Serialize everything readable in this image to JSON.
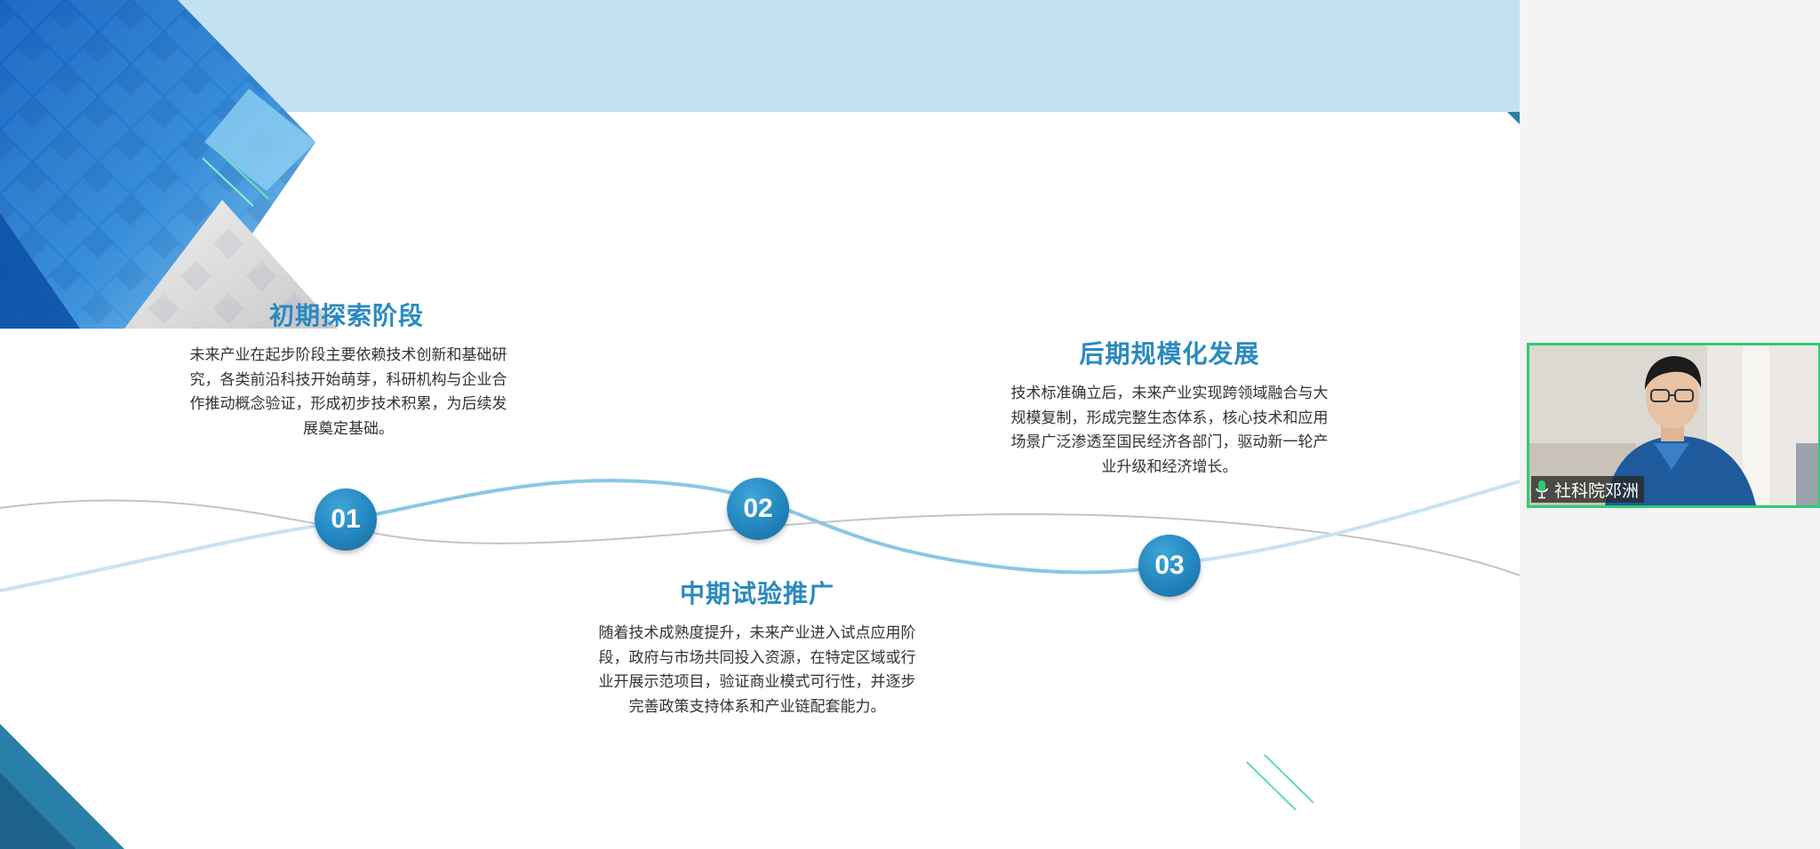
{
  "stages": [
    {
      "number": "01",
      "title": "初期探索阶段",
      "text": "未来产业在起步阶段主要依赖技术创新和基础研究，各类前沿科技开始萌芽，科研机构与企业合作推动概念验证，形成初步技术积累，为后续发展奠定基础。"
    },
    {
      "number": "02",
      "title": "中期试验推广",
      "text": "随着技术成熟度提升，未来产业进入试点应用阶段，政府与市场共同投入资源，在特定区域或行业开展示范项目，验证商业模式可行性，并逐步完善政策支持体系和产业链配套能力。"
    },
    {
      "number": "03",
      "title": "后期规模化发展",
      "text": "技术标准确立后，未来产业实现跨领域融合与大规模复制，形成完整生态体系，核心技术和应用场景广泛渗透至国民经济各部门，驱动新一轮产业升级和经济增长。"
    }
  ],
  "video": {
    "participant_name": "社科院邓洲",
    "mic_icon": "mic-icon",
    "border_color": "#2ecc71"
  },
  "colors": {
    "accent": "#2a8ac0",
    "band": "#c2e2f4",
    "wave_blue": "#8ac6e6",
    "wave_gray": "#c4c4c4"
  }
}
